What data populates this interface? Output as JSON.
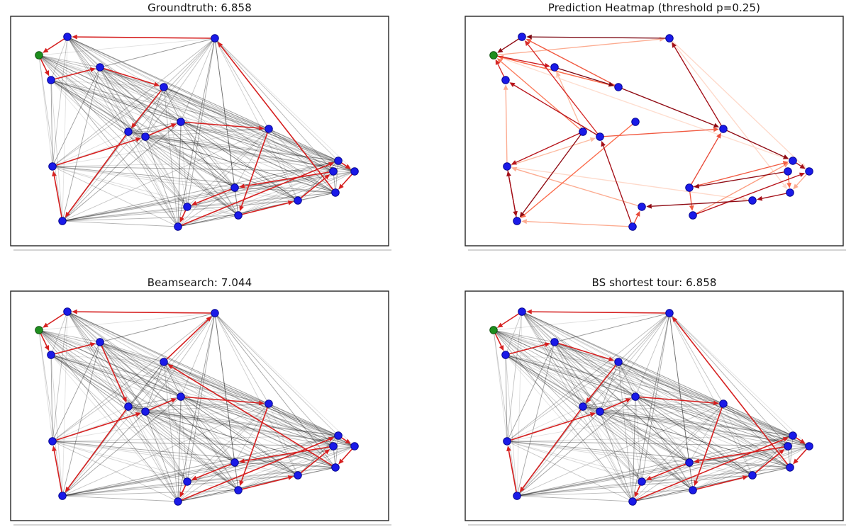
{
  "figure": {
    "background": "#ffffff",
    "colors": {
      "tour_red": "#d62020",
      "node_fill": "#1a1ae8",
      "node_stroke": "#00008b",
      "start_node_fill": "#1e8e1e",
      "start_node_stroke": "#0a4f0a",
      "frame": "#262626",
      "title": "#141414",
      "gray_edge": "#000000",
      "heatmap_ramp": [
        "#fff5f0",
        "#fcbba1",
        "#fb6a4a",
        "#cb181d",
        "#67000d"
      ]
    }
  },
  "chart_data": {
    "type": "network",
    "description": "Four TSP solver visualizations over the same 21-node instance; green node is the start/depot node",
    "num_nodes": 21,
    "start_node_index": 0,
    "node_positions_normalized": [
      [
        0.075,
        0.1698
      ],
      [
        0.1501,
        0.0895
      ],
      [
        0.5403,
        0.0957
      ],
      [
        0.2364,
        0.2222
      ],
      [
        0.1069,
        0.2778
      ],
      [
        0.4053,
        0.3086
      ],
      [
        0.4503,
        0.4599
      ],
      [
        0.3114,
        0.5031
      ],
      [
        0.3565,
        0.5247
      ],
      [
        0.6829,
        0.4907
      ],
      [
        0.1107,
        0.6543
      ],
      [
        0.8668,
        0.6296
      ],
      [
        0.8537,
        0.6759
      ],
      [
        0.91,
        0.6759
      ],
      [
        0.5929,
        0.7469
      ],
      [
        0.8593,
        0.7685
      ],
      [
        0.7599,
        0.8025
      ],
      [
        0.4672,
        0.8302
      ],
      [
        0.6023,
        0.8673
      ],
      [
        0.137,
        0.892
      ],
      [
        0.4428,
        0.9167
      ]
    ],
    "subplots": [
      {
        "id": "groundtruth",
        "title": "Groundtruth: 6.858",
        "kind": "tour",
        "tour_length": 6.858,
        "complete_graph_background": true,
        "tour": [
          0,
          4,
          3,
          5,
          7,
          19,
          10,
          8,
          6,
          9,
          18,
          16,
          12,
          14,
          17,
          20,
          11,
          13,
          15,
          2,
          1,
          0
        ]
      },
      {
        "id": "prediction-heatmap",
        "title": "Prediction Heatmap (threshold p=0.25)",
        "kind": "heatmap",
        "threshold_p": 0.25,
        "complete_graph_background": false,
        "edges": [
          [
            2,
            1,
            0.95
          ],
          [
            1,
            0,
            0.9
          ],
          [
            0,
            3,
            0.75
          ],
          [
            3,
            5,
            0.95
          ],
          [
            5,
            9,
            0.9
          ],
          [
            9,
            2,
            0.85
          ],
          [
            9,
            11,
            0.9
          ],
          [
            12,
            14,
            0.9
          ],
          [
            11,
            13,
            0.85
          ],
          [
            18,
            13,
            0.8
          ],
          [
            15,
            16,
            0.85
          ],
          [
            16,
            17,
            0.9
          ],
          [
            7,
            19,
            0.9
          ],
          [
            10,
            19,
            0.85
          ],
          [
            19,
            10,
            0.85
          ],
          [
            7,
            10,
            0.8
          ],
          [
            20,
            8,
            0.85
          ],
          [
            8,
            4,
            0.8
          ],
          [
            4,
            0,
            0.7
          ],
          [
            5,
            0,
            0.5
          ],
          [
            7,
            0,
            0.45
          ],
          [
            8,
            9,
            0.55
          ],
          [
            14,
            9,
            0.6
          ],
          [
            14,
            11,
            0.55
          ],
          [
            12,
            15,
            0.5
          ],
          [
            14,
            18,
            0.55
          ],
          [
            6,
            19,
            0.5
          ],
          [
            8,
            1,
            0.7
          ],
          [
            20,
            17,
            0.6
          ],
          [
            10,
            8,
            0.25
          ],
          [
            20,
            19,
            0.3
          ],
          [
            0,
            2,
            0.3
          ],
          [
            17,
            10,
            0.3
          ],
          [
            18,
            11,
            0.35
          ],
          [
            10,
            4,
            0.3
          ],
          [
            0,
            5,
            0.25
          ],
          [
            2,
            13,
            0.12
          ],
          [
            2,
            15,
            0.12
          ],
          [
            0,
            11,
            0.1
          ],
          [
            10,
            16,
            0.12
          ],
          [
            7,
            3,
            0.25
          ],
          [
            13,
            15,
            0.3
          ],
          [
            5,
            1,
            0.55
          ]
        ]
      },
      {
        "id": "beamsearch",
        "title": "Beamsearch: 7.044",
        "kind": "tour",
        "tour_length": 7.044,
        "complete_graph_background": true,
        "tour": [
          0,
          4,
          3,
          7,
          19,
          10,
          8,
          6,
          9,
          18,
          16,
          12,
          14,
          17,
          20,
          11,
          13,
          15,
          5,
          2,
          1,
          0
        ]
      },
      {
        "id": "bs-shortest-tour",
        "title": "BS shortest tour: 6.858",
        "kind": "tour",
        "tour_length": 6.858,
        "complete_graph_background": true,
        "tour": [
          0,
          4,
          3,
          5,
          7,
          19,
          10,
          8,
          6,
          9,
          18,
          16,
          12,
          14,
          17,
          20,
          11,
          13,
          15,
          2,
          1,
          0
        ]
      }
    ]
  }
}
